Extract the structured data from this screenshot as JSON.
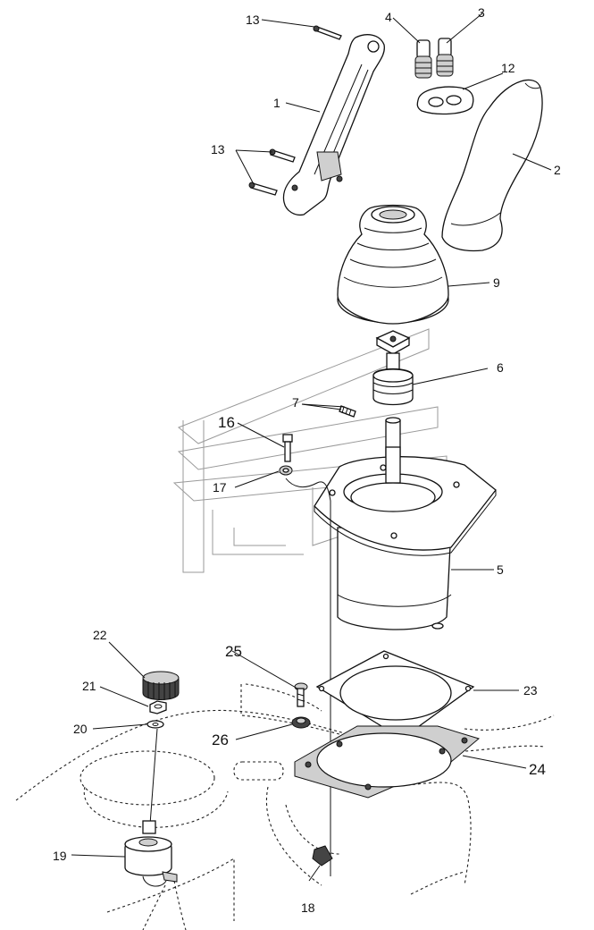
{
  "diagram": {
    "labels": {
      "l1": "1",
      "l2": "2",
      "l3": "3",
      "l4": "4",
      "l5": "5",
      "l6": "6",
      "l7": "7",
      "l9": "9",
      "l12": "12",
      "l13a": "13",
      "l13b": "13",
      "l16": "16",
      "l17": "17",
      "l18": "18",
      "l19": "19",
      "l20": "20",
      "l21": "21",
      "l22": "22",
      "l23": "23",
      "l24": "24",
      "l25": "25",
      "l26": "26"
    }
  }
}
